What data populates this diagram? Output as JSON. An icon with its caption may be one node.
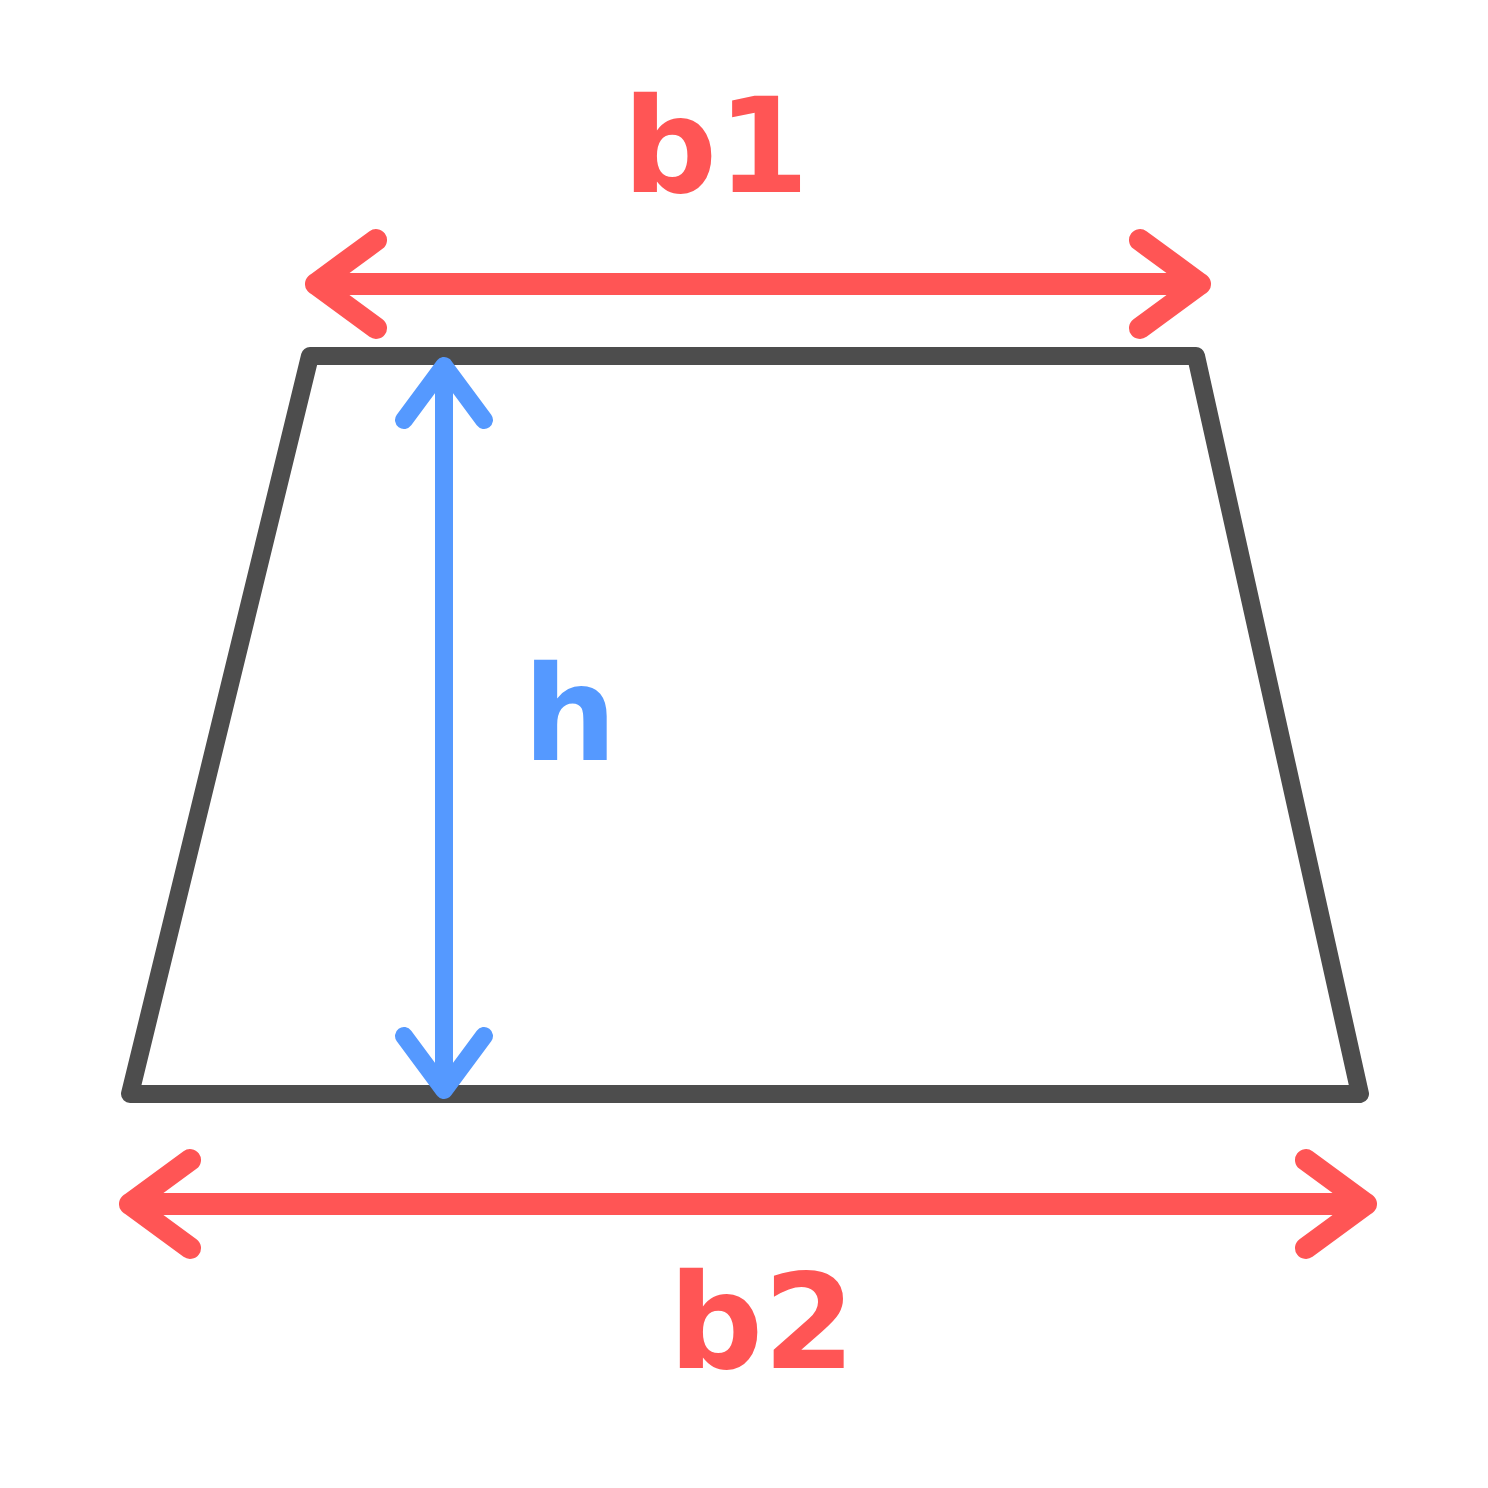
{
  "diagram": {
    "labels": [
      "b1",
      "h",
      "b2"
    ]
  }
}
